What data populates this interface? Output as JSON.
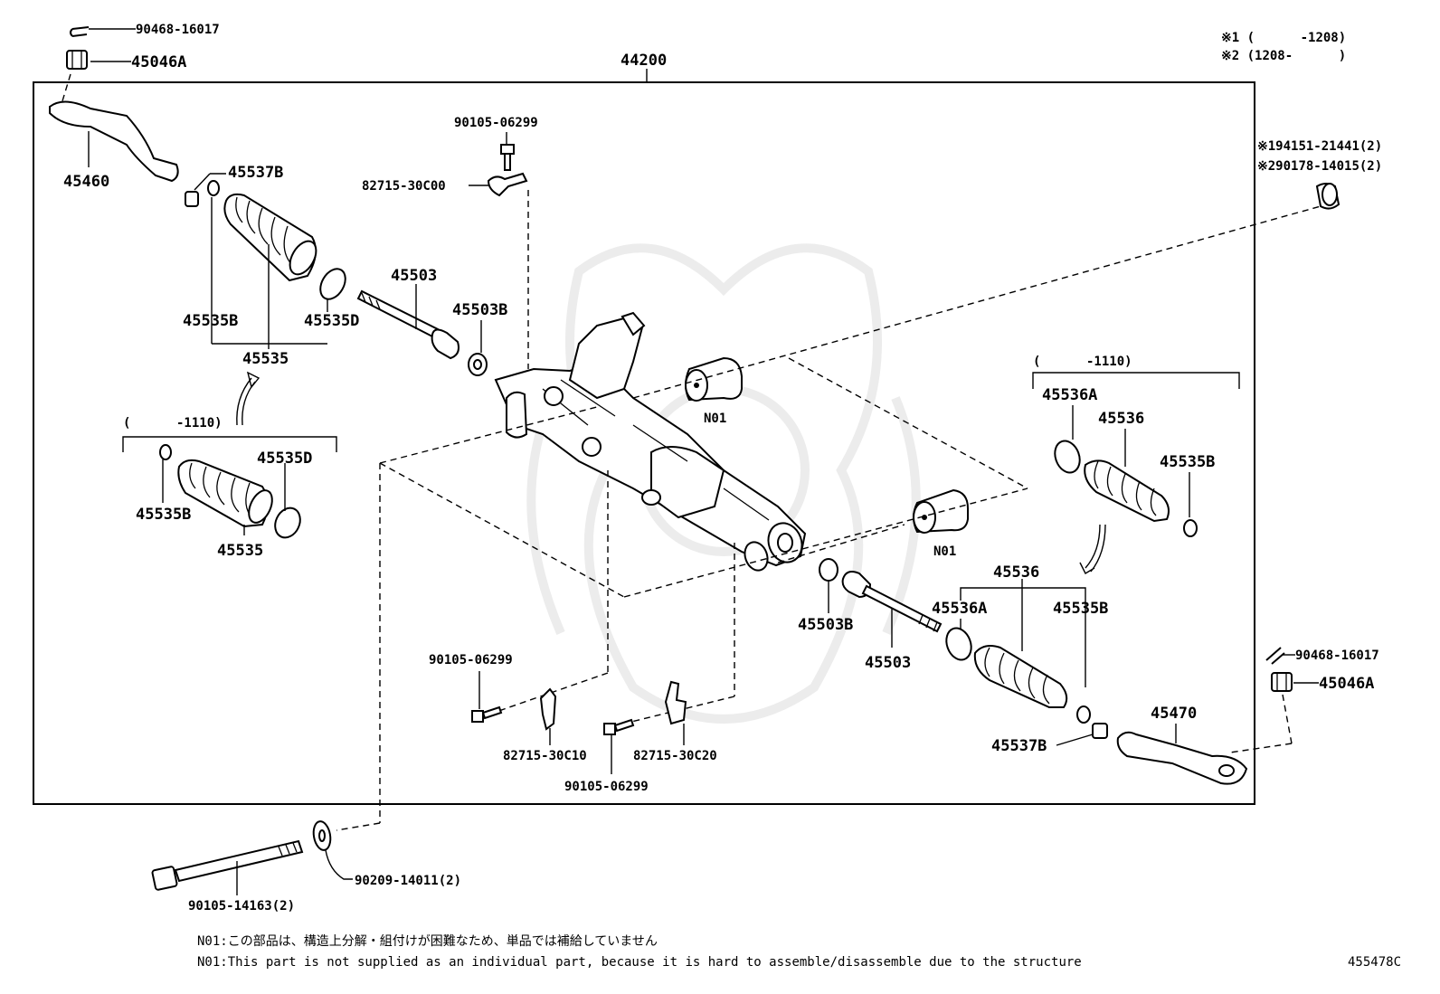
{
  "diagram": {
    "assembly_number": "44200",
    "drawing_code": "455478C",
    "effectivity_notes": [
      "※1 (      -1208)",
      "※2 (1208-      )"
    ],
    "conditional_notes": {
      "left_boot_set": "(      -1110)",
      "right_boot_set": "(      -1110)"
    },
    "footnotes": [
      "N01:この部品は、構造上分解・組付けが困難なため、単品では補給していません",
      "N01:This part is not supplied as an individual part, because it is hard to assemble/disassemble due to the structure"
    ]
  },
  "parts": {
    "p90468_top": "90468-16017",
    "p45046a_top": "45046A",
    "p45460": "45460",
    "p45537b_top": "45537B",
    "p45535b_upper": "45535B",
    "p45535_upper": "45535",
    "p45535d_upper": "45535D",
    "p45503_upper": "45503",
    "p45503b_upper": "45503B",
    "p90105_top": "90105-06299",
    "p82715_30c00": "82715-30C00",
    "p45535d_lower": "45535D",
    "p45535b_lower": "45535B",
    "p45535_lower": "45535",
    "n01_upper": "N01",
    "n01_lower": "N01",
    "p94151": "※194151-21441(2)",
    "p90178": "※290178-14015(2)",
    "p45536a_upper": "45536A",
    "p45536_upper": "45536",
    "p45535b_right_upper": "45535B",
    "p45536_lower": "45536",
    "p45536a_lower": "45536A",
    "p45535b_right_lower": "45535B",
    "p45503b_lower": "45503B",
    "p45503_lower": "45503",
    "p90105_mid": "90105-06299",
    "p82715_30c10": "82715-30C10",
    "p82715_30c20": "82715-30C20",
    "p90105_bottom": "90105-06299",
    "p90468_right": "90468-16017",
    "p45046a_right": "45046A",
    "p45470": "45470",
    "p45537b_right": "45537B",
    "p90105_14163": "90105-14163(2)",
    "p90209_14011": "90209-14011(2)"
  }
}
